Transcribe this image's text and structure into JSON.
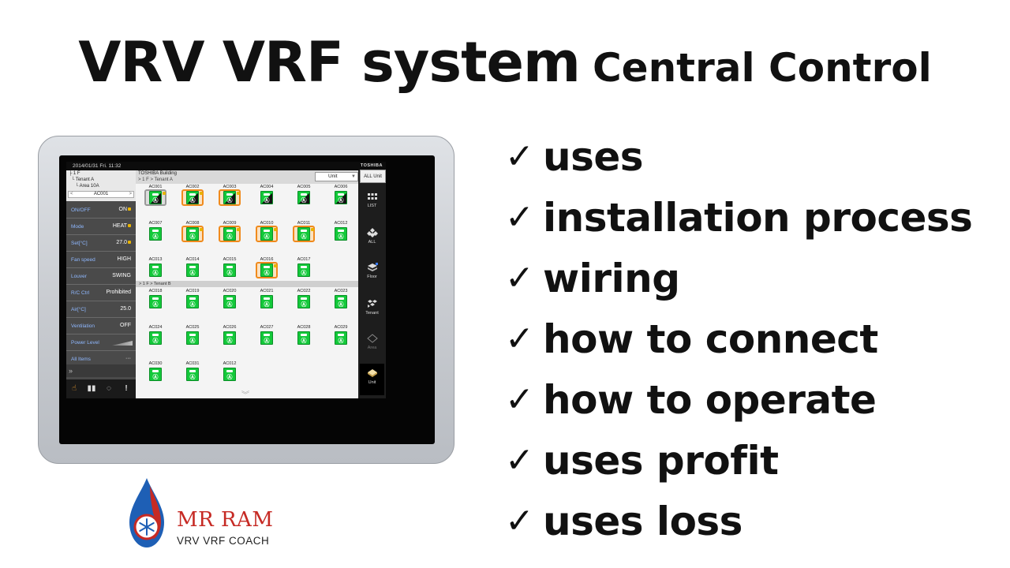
{
  "title": {
    "main": "VRV VRF system",
    "sub": "Central  Control"
  },
  "features": [
    {
      "check": "✓",
      "text": "uses"
    },
    {
      "check": "✓",
      "text": "installation process"
    },
    {
      "check": "✓",
      "text": "wiring"
    },
    {
      "check": "✓",
      "text": "how to connect"
    },
    {
      "check": "✓",
      "text": "how to operate"
    },
    {
      "check": "✓",
      "text": "uses profit"
    },
    {
      "check": "✓",
      "text": "uses loss"
    }
  ],
  "screen": {
    "datetime": "2014/01/31  Fri.  11:32",
    "brand": "TOSHIBA",
    "tree": {
      "floor": "1 F",
      "tenant": "Tenant A",
      "area": "Area 10A",
      "selected": "AC001"
    },
    "properties": [
      {
        "label": "ON/OFF",
        "value": "ON"
      },
      {
        "label": "Mode",
        "value": "HEAT"
      },
      {
        "label": "Set[°C]",
        "value": "27.0"
      },
      {
        "label": "Fan speed",
        "value": "HIGH"
      },
      {
        "label": "Louver",
        "value": "SWING"
      },
      {
        "label": "R/C Ctrl",
        "value": "Prohibited"
      },
      {
        "label": "Air[°C]",
        "value": "25.0"
      },
      {
        "label": "Ventilation",
        "value": "OFF"
      },
      {
        "label": "Power Level",
        "value": ""
      },
      {
        "label": "All Items",
        "value": "···"
      }
    ],
    "expander": "»",
    "building": "TOSHIBA Building",
    "crumb_a": "> 1 F > Tenant A",
    "crumb_b": "> 1 F > Tenant B",
    "unit_select": "Unit",
    "all_unit": "ALL Unit",
    "units_a": [
      "AC001",
      "AC002",
      "AC003",
      "AC004",
      "AC005",
      "AC006",
      "AC007",
      "AC008",
      "AC009",
      "AC010",
      "AC011",
      "AC012",
      "AC013",
      "AC014",
      "AC015",
      "AC016",
      "AC017"
    ],
    "units_b": [
      "AC018",
      "AC019",
      "AC020",
      "AC021",
      "AC022",
      "AC023",
      "AC024",
      "AC025",
      "AC026",
      "AC027",
      "AC028",
      "AC029",
      "AC030",
      "AC031",
      "AC012"
    ],
    "rail": [
      "LIST",
      "ALL",
      "Floor",
      "Tenant",
      "Area",
      "Unit"
    ]
  },
  "logo": {
    "name": "MR RAM",
    "tagline": "VRV VRF COACH"
  },
  "colors": {
    "unit_green": "#13c93a",
    "selected_orange": "#f08a1c",
    "logo_red": "#c62a24",
    "logo_blue": "#1e5fb5"
  }
}
